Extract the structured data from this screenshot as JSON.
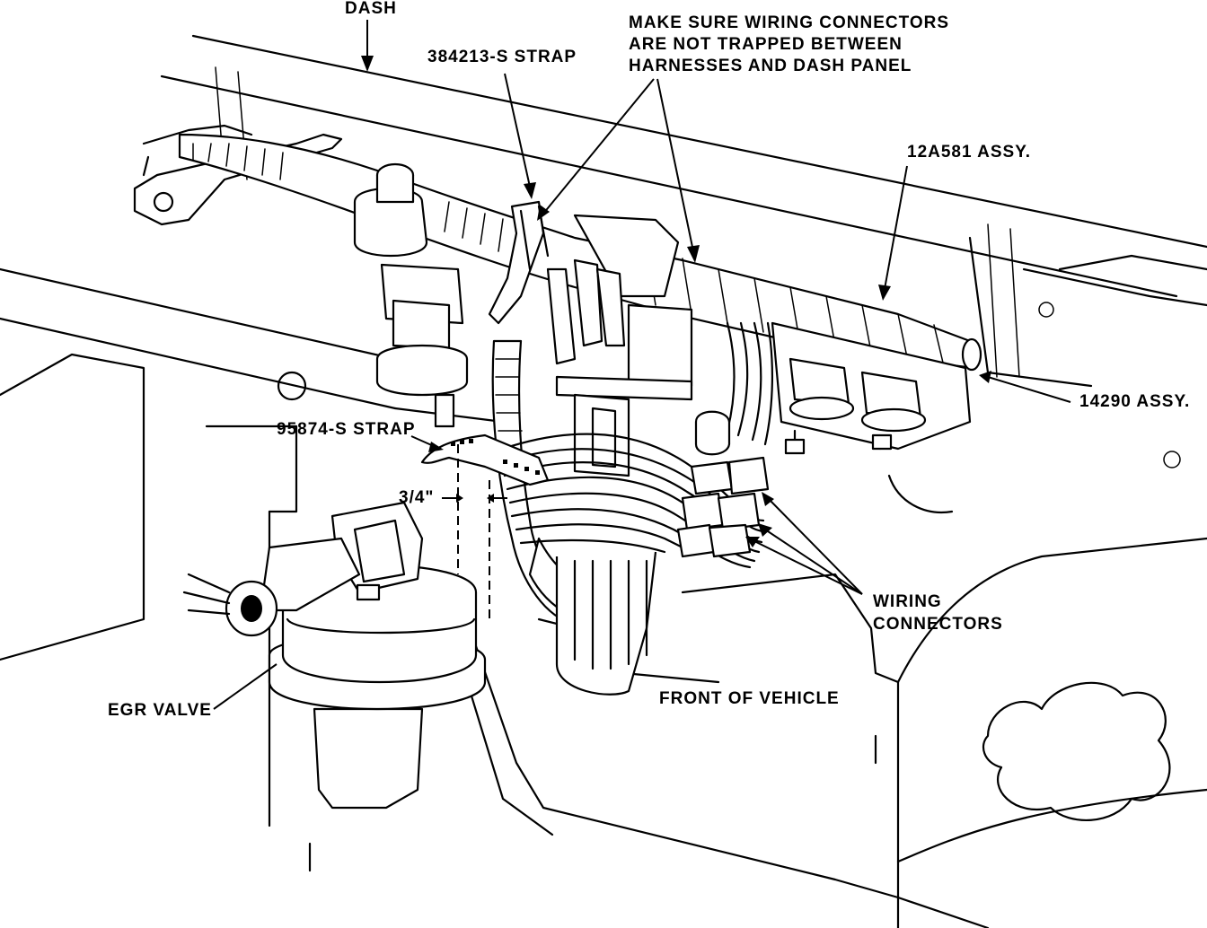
{
  "labels": {
    "dash": "DASH",
    "strap_top": "384213-S STRAP",
    "note_line1": "MAKE SURE WIRING CONNECTORS",
    "note_line2": "ARE NOT TRAPPED BETWEEN",
    "note_line3": "HARNESSES AND DASH PANEL",
    "assy_12a581": "12A581 ASSY.",
    "assy_14290": "14290 ASSY.",
    "strap_mid": "95874-S STRAP",
    "dimension": "3/4\"",
    "wiring_line1": "WIRING",
    "wiring_line2": "CONNECTORS",
    "front": "FRONT OF VEHICLE",
    "egr": "EGR VALVE"
  }
}
